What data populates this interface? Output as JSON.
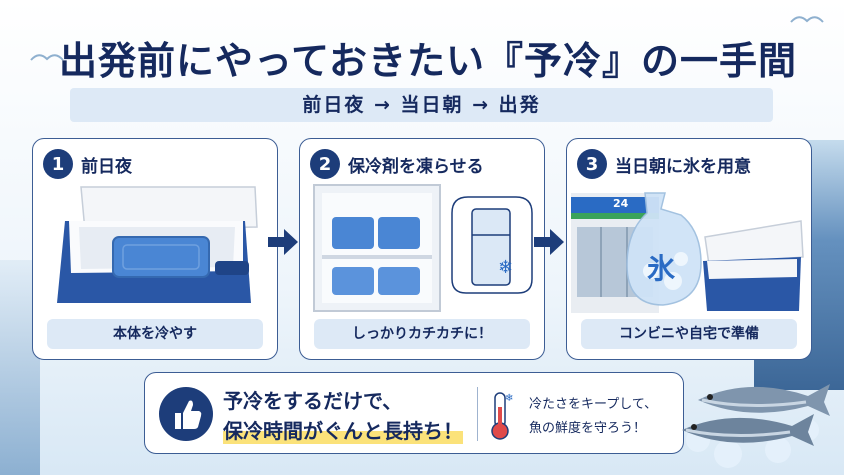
{
  "title": "出発前にやっておきたい『予冷』の一手間",
  "timeline": "前日夜 → 当日朝 → 出発",
  "steps": [
    {
      "number": "1",
      "label": "前日夜",
      "caption": "本体を冷やす"
    },
    {
      "number": "2",
      "label": "保冷剤を凍らせる",
      "caption": "しっかりカチカチに！"
    },
    {
      "number": "3",
      "label": "当日朝に氷を用意",
      "caption": "コンビニや自宅で準備"
    }
  ],
  "store_sign": "24",
  "ice_bag_label": "氷",
  "bottom": {
    "line1": "予冷をするだけで、",
    "line2": "保冷時間がぐんと長持ち！",
    "side_line1": "冷たさをキープして、",
    "side_line2": "魚の鮮度を守ろう！"
  },
  "icons": {
    "thumb": "thumbs-up-icon",
    "thermometer": "thermometer-icon",
    "snowflake": "snowflake-icon",
    "arrow": "arrow-right-icon"
  },
  "colors": {
    "navy": "#15295e",
    "accent": "#1d3d7a",
    "cooler_blue": "#2a57a6",
    "ice_pack": "#4a86d4",
    "highlight": "#fbe27a",
    "thermometer_red": "#e04a4a"
  }
}
